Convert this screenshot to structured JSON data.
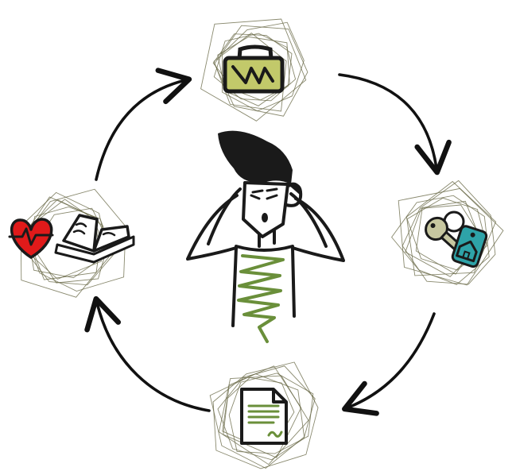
{
  "illustration": {
    "stroke_color": "#1a1a1a",
    "scribble_color": "#6b6b4a",
    "shirt_color": "#6a8f3a",
    "nodes": [
      {
        "id": "work",
        "icon": "briefcase-icon",
        "color": "#c2c96a"
      },
      {
        "id": "home",
        "icon": "house-keys-icon",
        "color": "#2ea3a8"
      },
      {
        "id": "documents",
        "icon": "document-icon",
        "color": "#6a8f3a"
      },
      {
        "id": "health-study",
        "icon": "heart-book-icon",
        "color": "#e01a1a"
      }
    ],
    "center": {
      "icon": "stressed-person-icon"
    }
  }
}
